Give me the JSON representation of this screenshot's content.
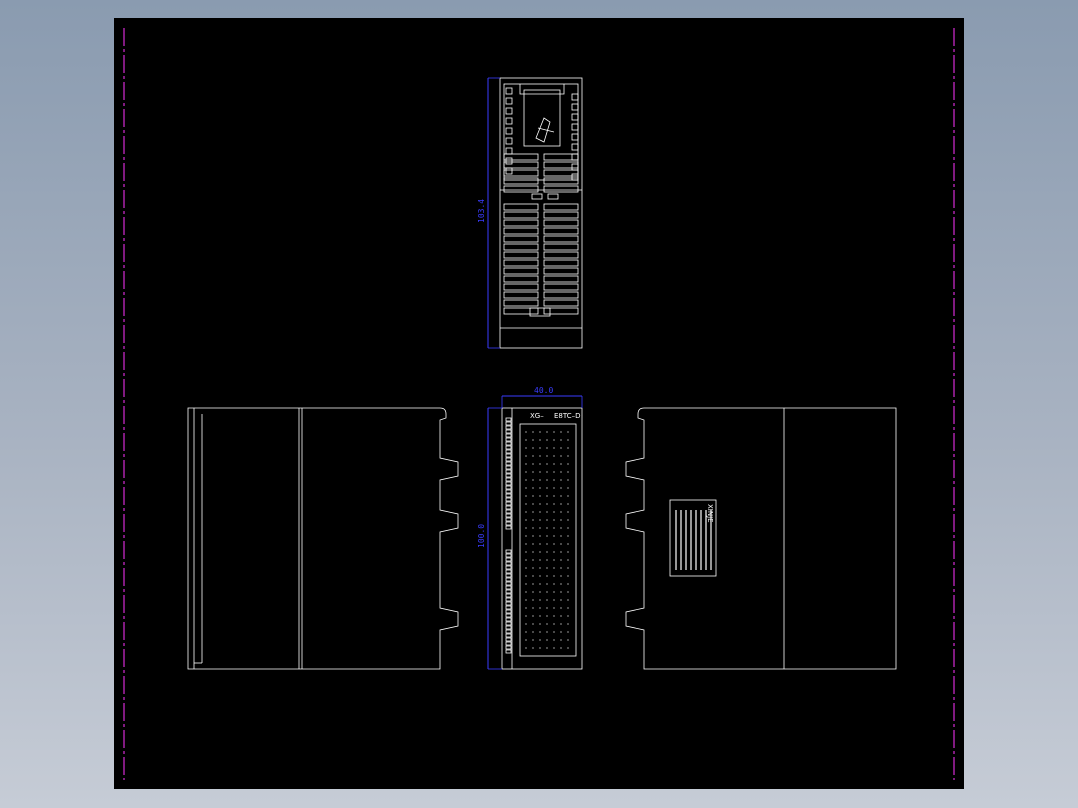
{
  "colors": {
    "background": "#000000",
    "line": "#ffffff",
    "dimension": "#3a3cff",
    "border": "#ff33ff"
  },
  "drawing": {
    "top_view": {
      "height_dim": "103.4"
    },
    "front_view": {
      "width_dim": "40.0",
      "height_dim": "100.0",
      "label_left": "XG–",
      "label_right": "E8TC–D"
    },
    "side_view_right": {
      "nameplate_text": "XINJE"
    }
  }
}
